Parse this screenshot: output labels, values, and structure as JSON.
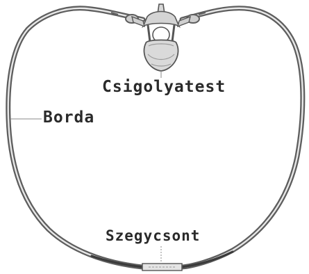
{
  "diagram": {
    "labels": {
      "vertebral_body": "Csigolyatest",
      "rib": "Borda",
      "sternum": "Szegycsont"
    }
  }
}
